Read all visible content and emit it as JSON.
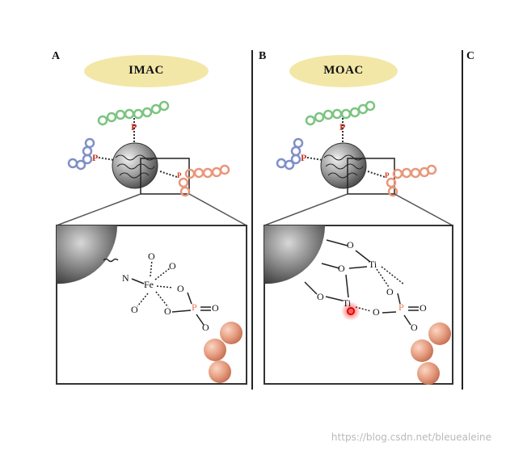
{
  "panels": [
    {
      "letter": "A",
      "title": "IMAC",
      "metal": "Fe",
      "nitrogen": "N",
      "oxygen": "O",
      "phosphate": "P",
      "phosphate_small": "P"
    },
    {
      "letter": "B",
      "title": "MOAC",
      "metal": "Ti",
      "oxygen": "O",
      "phosphate": "P",
      "phosphate_small": "P"
    },
    {
      "letter": "C"
    }
  ],
  "watermark": "https://blog.csdn.net/bleuealeine",
  "colors": {
    "pill": "#f3e7a8",
    "green_bead": "#7bc47f",
    "blue_bead": "#7f8fc8",
    "salmon_bead": "#e9967a",
    "phosphate": "#cc3b2b",
    "sphere": "#8a8a8a"
  }
}
